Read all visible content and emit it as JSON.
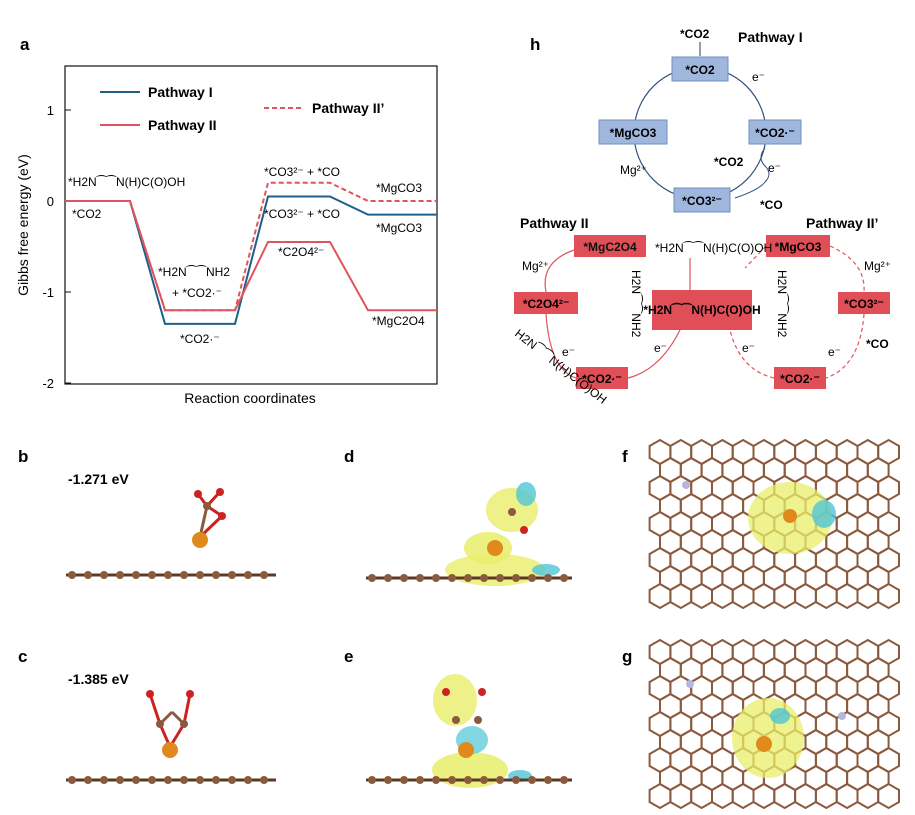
{
  "panels": {
    "a": "a",
    "b": "b",
    "c": "c",
    "d": "d",
    "e": "e",
    "f": "f",
    "g": "g",
    "h": "h"
  },
  "panel_a": {
    "ylabel": "Gibbs free energy (eV)",
    "xlabel": "Reaction coordinates",
    "yticks": [
      "1",
      "0",
      "-1",
      "-2"
    ],
    "legend": {
      "p1": "Pathway I",
      "p2": "Pathway II",
      "p2p": "Pathway II’"
    },
    "annotations": {
      "co2": "*CO2",
      "carbamic": "*H2N⁀⁀N(H)C(O)OH",
      "amine": "*H2N⁀⁀NH2",
      "plus_co2rad": "+ *CO2·⁻",
      "co2rad": "*CO2·⁻",
      "co3co_top": "*CO3²⁻ + *CO",
      "co3co_mid": "*CO3²⁻ + *CO",
      "c2o4": "*C2O4²⁻",
      "mgco3_top": "*MgCO3",
      "mgco3_mid": "*MgCO3",
      "mgc2o4": "*MgC2O4"
    }
  },
  "chart_data": {
    "type": "line",
    "x": [
      0,
      1,
      2,
      3,
      4
    ],
    "xlabel": "Reaction coordinates",
    "ylabel": "Gibbs free energy (eV)",
    "ylim": [
      -2,
      1.5
    ],
    "yticks": [
      1,
      0,
      -1,
      -2
    ],
    "series": [
      {
        "name": "Pathway I",
        "color": "#1f5f8b",
        "style": "solid",
        "values": [
          0,
          -1.35,
          0.05,
          -0.15
        ]
      },
      {
        "name": "Pathway II",
        "color": "#e0545d",
        "style": "solid",
        "values": [
          0,
          -1.2,
          -0.45,
          -1.2
        ]
      },
      {
        "name": "Pathway II’",
        "color": "#e0545d",
        "style": "dashed",
        "values": [
          0,
          -1.2,
          0.2,
          0.0
        ]
      }
    ]
  },
  "energies": {
    "b": "-1.271 eV",
    "c": "-1.385 eV"
  },
  "panel_h": {
    "title_p1": "Pathway I",
    "title_p2": "Pathway II",
    "title_p2p": "Pathway II’",
    "co2_in": "*CO2",
    "box_co2": "*CO2",
    "box_co2rad_blue": "*CO2·⁻",
    "box_co3_blue": "*CO3²⁻",
    "box_mgco3_blue": "*MgCO3",
    "co2_side": "*CO2",
    "co_out": "*CO",
    "e1": "e⁻",
    "e2": "e⁻",
    "mg_blue": "Mg²⁺",
    "box_mgc2o4": "*MgC2O4",
    "box_c2o4": "*C2O4²⁻",
    "box_co2rad_red_l": "*CO2·⁻",
    "box_carbamic": "*H2N⁀⁀N(H)C(O)OH",
    "box_mgco3_red": "*MgCO3",
    "box_co3_red": "*CO3²⁻",
    "box_co2rad_red_r": "*CO2·⁻",
    "mg_l": "Mg²⁺",
    "mg_r": "Mg²⁺",
    "e3": "e⁻",
    "e4": "e⁻",
    "e5": "e⁻",
    "e6": "e⁻",
    "co_r": "*CO",
    "amine_top": "*H2N⁀⁀N(H)C(O)OH",
    "amine_v1": "H2N⁀⁀NH2",
    "amine_v2": "H2N⁀⁀NH2",
    "amine_diag": "H2N⁀⁀N(H)C(O)OH"
  },
  "colors": {
    "blue": "#1f5f8b",
    "red": "#e0545d",
    "box_blue": "#9fb6dd",
    "box_red": "#e04f57",
    "carbon": "#8b5a3c",
    "oxygen": "#cc2222",
    "metal": "#e08a1e",
    "isoYellow": "#e8ee6a",
    "isoCyan": "#4fc6d6"
  }
}
